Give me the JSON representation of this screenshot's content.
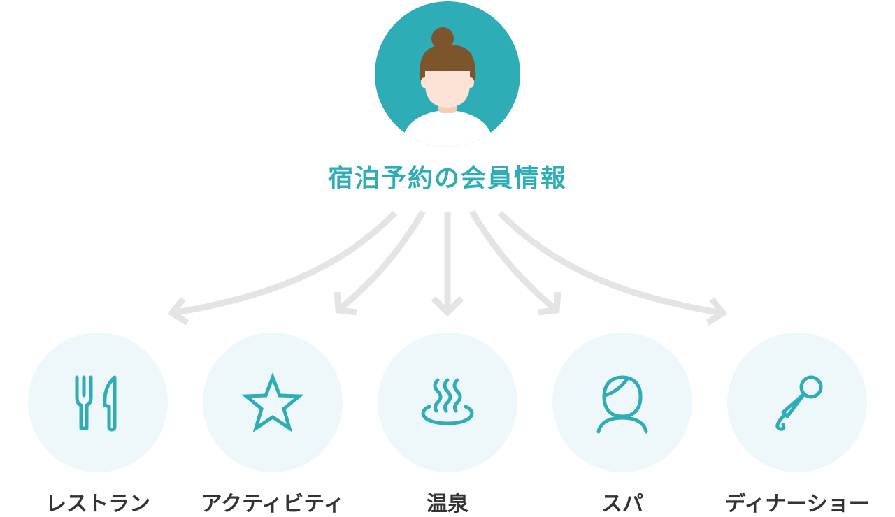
{
  "diagram": {
    "title": "宿泊予約の会員情報",
    "colors": {
      "accent": "#2eadb7",
      "arrow": "#e4e4e4",
      "circle_bg": "#eef8fa",
      "text": "#333333"
    },
    "services": [
      {
        "label": "レストラン",
        "icon": "fork-knife-icon"
      },
      {
        "label": "アクティビティ",
        "icon": "star-icon"
      },
      {
        "label": "温泉",
        "icon": "hot-spring-icon"
      },
      {
        "label": "スパ",
        "icon": "spa-person-icon"
      },
      {
        "label": "ディナーショー",
        "icon": "microphone-icon"
      }
    ]
  }
}
